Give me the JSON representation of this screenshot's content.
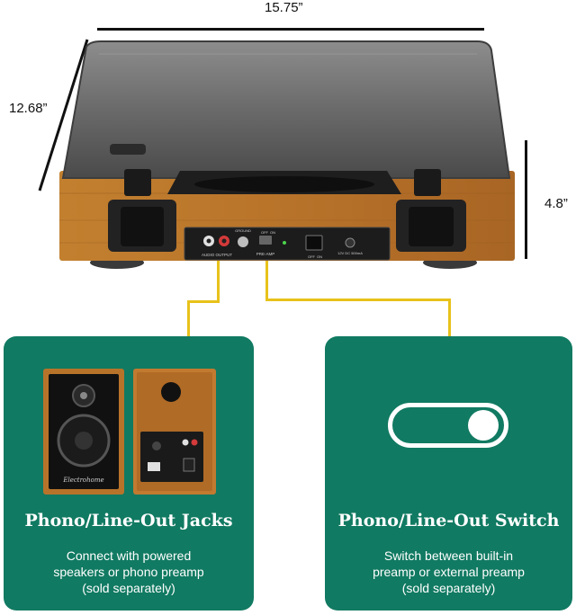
{
  "dimensions": {
    "width": "15.75”",
    "depth": "12.68”",
    "height": "4.8”"
  },
  "back_panel": {
    "audio_output": "AUDIO OUTPUT",
    "ground": "GROUND",
    "preamp_off": "OFF",
    "preamp_on": "ON",
    "preamp_label": "PRE-AMP",
    "power_off": "OFF",
    "power_on": "ON",
    "dc_in": "12V DC 500mA"
  },
  "speaker_brand": "Electrohome",
  "left_card": {
    "title": "Phono/Line-Out Jacks",
    "desc_line1": "Connect with powered",
    "desc_line2": "speakers or phono preamp",
    "desc_line3": "(sold separately)"
  },
  "right_card": {
    "title": "Phono/Line-Out Switch",
    "desc_line1": "Switch between built-in",
    "desc_line2": "preamp or external preamp",
    "desc_line3": "(sold separately)",
    "switch_state": "on"
  },
  "colors": {
    "card_green": "#117a62",
    "wire_yellow": "#e8c21b",
    "wood": "#b8732a"
  }
}
